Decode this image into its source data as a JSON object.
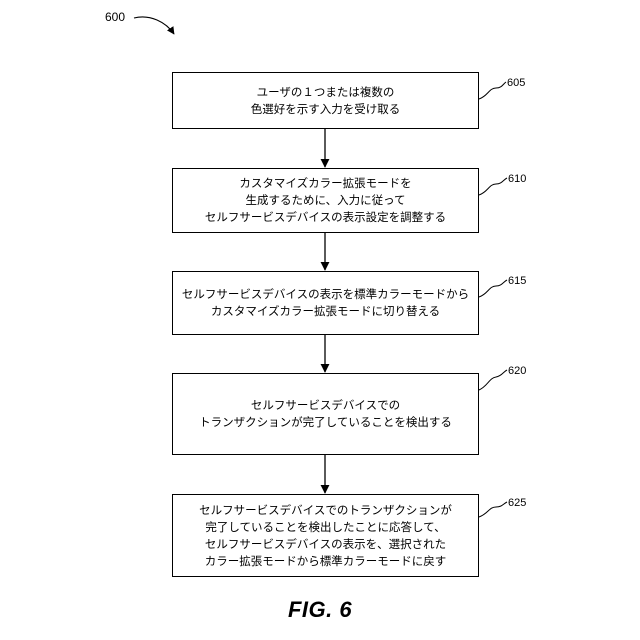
{
  "diagram": {
    "label": "600",
    "steps": [
      {
        "ref": "605",
        "lines": [
          "ユーザの１つまたは複数の",
          "色選好を示す入力を受け取る"
        ]
      },
      {
        "ref": "610",
        "lines": [
          "カスタマイズカラー拡張モードを",
          "生成するために、入力に従って",
          "セルフサービスデバイスの表示設定を調整する"
        ]
      },
      {
        "ref": "615",
        "lines": [
          "セルフサービスデバイスの表示を標準カラーモードから",
          "カスタマイズカラー拡張モードに切り替える"
        ]
      },
      {
        "ref": "620",
        "lines": [
          "セルフサービスデバイスでの",
          "トランザクションが完了していることを検出する"
        ]
      },
      {
        "ref": "625",
        "lines": [
          "セルフサービスデバイスでのトランザクションが",
          "完了していることを検出したことに応答して、",
          "セルフサービスデバイスの表示を、選択された",
          "カラー拡張モードから標準カラーモードに戻す"
        ]
      }
    ],
    "figure_caption": "FIG. 6"
  }
}
